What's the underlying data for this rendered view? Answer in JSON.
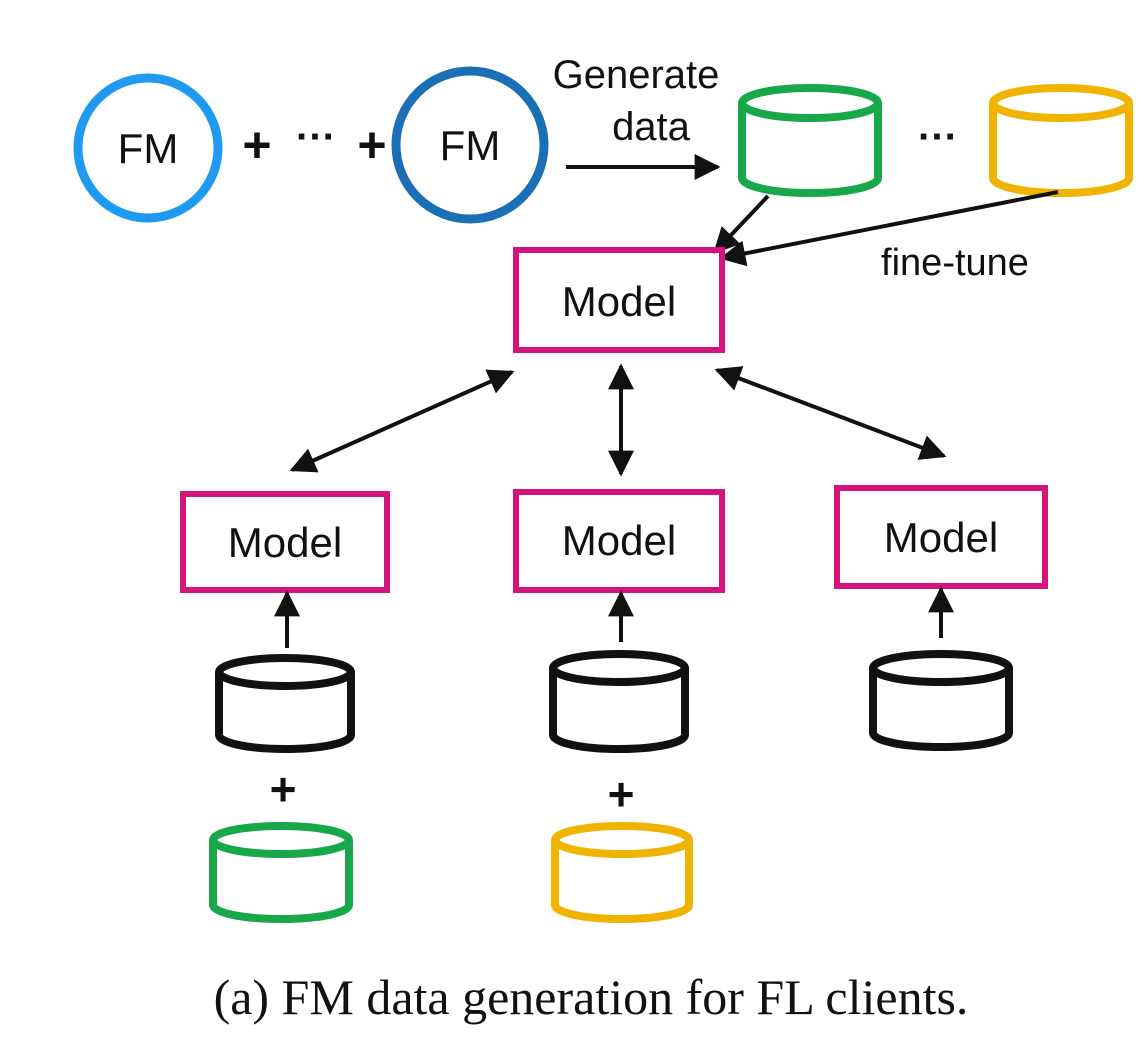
{
  "diagram": {
    "fm_left_label": "FM",
    "fm_right_label": "FM",
    "plus_left": "+",
    "ellipsis_mid": "···",
    "plus_right": "+",
    "generate_label_line1": "Generate",
    "generate_label_line2": "data",
    "ellipsis_datasets": "···",
    "finetune_label": "fine-tune",
    "server_model_label": "Model",
    "clients": [
      {
        "model_label": "Model",
        "plus": "+"
      },
      {
        "model_label": "Model",
        "plus": "+"
      },
      {
        "model_label": "Model"
      }
    ],
    "caption": "(a) FM data generation for FL clients."
  },
  "colors": {
    "fm_light_blue": "#1e9bf0",
    "fm_dark_blue": "#1a6fb5",
    "model_magenta": "#d4147d",
    "db_green": "#18a84a",
    "db_yellow": "#f0b400",
    "db_black": "#111111",
    "arrow": "#111111"
  }
}
